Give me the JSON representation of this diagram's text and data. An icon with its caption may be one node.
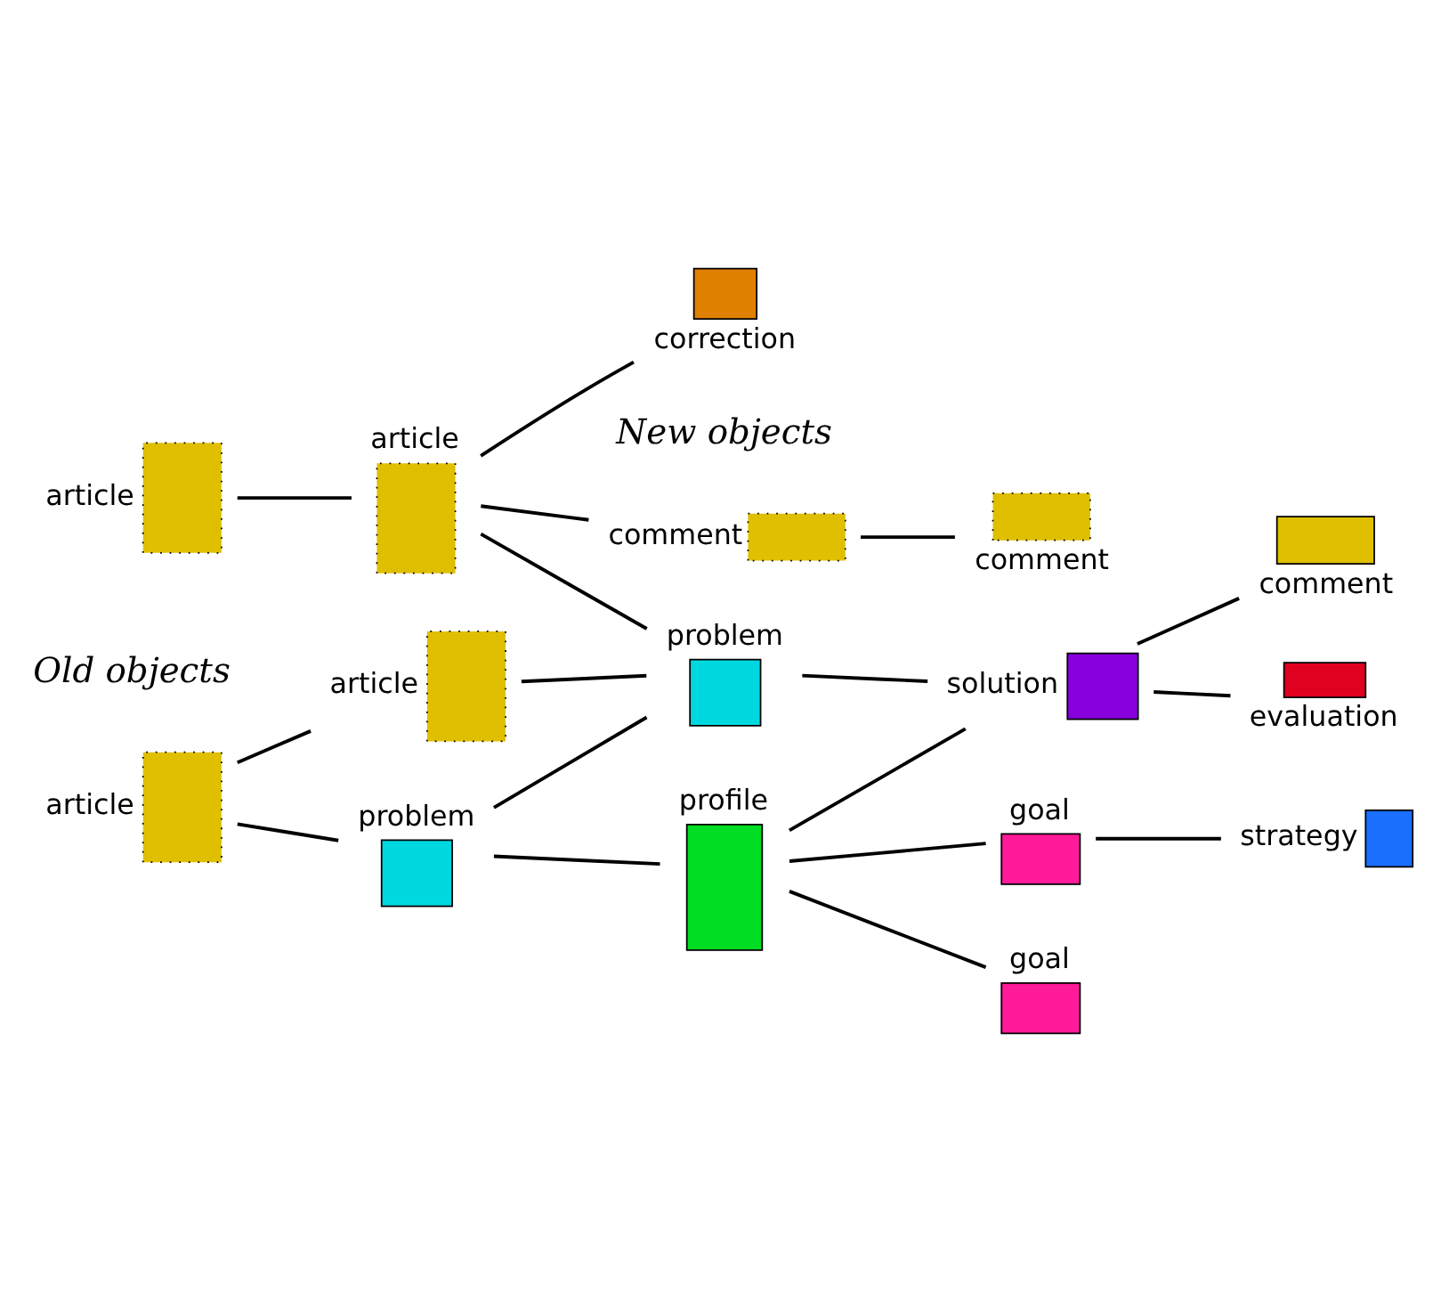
{
  "diagram": {
    "nodes": [
      {
        "text": [
          "article"
        ]
      },
      {
        "text": [
          "article"
        ]
      },
      {
        "text": [
          "article"
        ]
      },
      {
        "text": [
          "article"
        ]
      },
      {
        "text": [
          "comment"
        ]
      },
      {
        "text": [
          "comment"
        ]
      },
      {
        "text": [
          "correction"
        ]
      },
      {
        "text": [
          "problem"
        ]
      },
      {
        "text": [
          "problem"
        ]
      },
      {
        "text": [
          "profile"
        ]
      },
      {
        "text": [
          "goal"
        ]
      },
      {
        "text": [
          "goal"
        ]
      },
      {
        "text": [
          "strategy"
        ]
      },
      {
        "text": [
          "solution"
        ]
      },
      {
        "text": [
          "evaluation"
        ]
      },
      {
        "text": [
          "comment"
        ]
      }
    ],
    "edges": [
      {
        "from": 0,
        "to": 1,
        "arrow": "none"
      },
      {
        "from": 0,
        "to": 7,
        "arrow": "none"
      },
      {
        "from": 1,
        "to": 8,
        "arrow": "none"
      },
      {
        "from": 2,
        "to": 8,
        "arrow": "none"
      },
      {
        "from": 3,
        "to": 2,
        "arrow": "none"
      },
      {
        "from": 2,
        "to": 4,
        "arrow": "none"
      },
      {
        "from": 2,
        "to": 6,
        "arrow": "none"
      },
      {
        "from": 4,
        "to": 5,
        "arrow": "none"
      },
      {
        "from": 7,
        "to": 8,
        "arrow": "none"
      },
      {
        "from": 7,
        "to": 9,
        "arrow": "none"
      },
      {
        "from": 9,
        "to": 10,
        "arrow": "none"
      },
      {
        "from": 9,
        "to": 11,
        "arrow": "none"
      },
      {
        "from": 11,
        "to": 12,
        "arrow": "none"
      },
      {
        "from": 9,
        "to": 13,
        "arrow": "none"
      },
      {
        "from": 8,
        "to": 13,
        "arrow": "none"
      },
      {
        "from": 13,
        "to": 14,
        "arrow": "none"
      },
      {
        "from": 13,
        "to": 15,
        "arrow": "none"
      }
    ],
    "labels": [
      "Old objects",
      "New objects"
    ]
  }
}
